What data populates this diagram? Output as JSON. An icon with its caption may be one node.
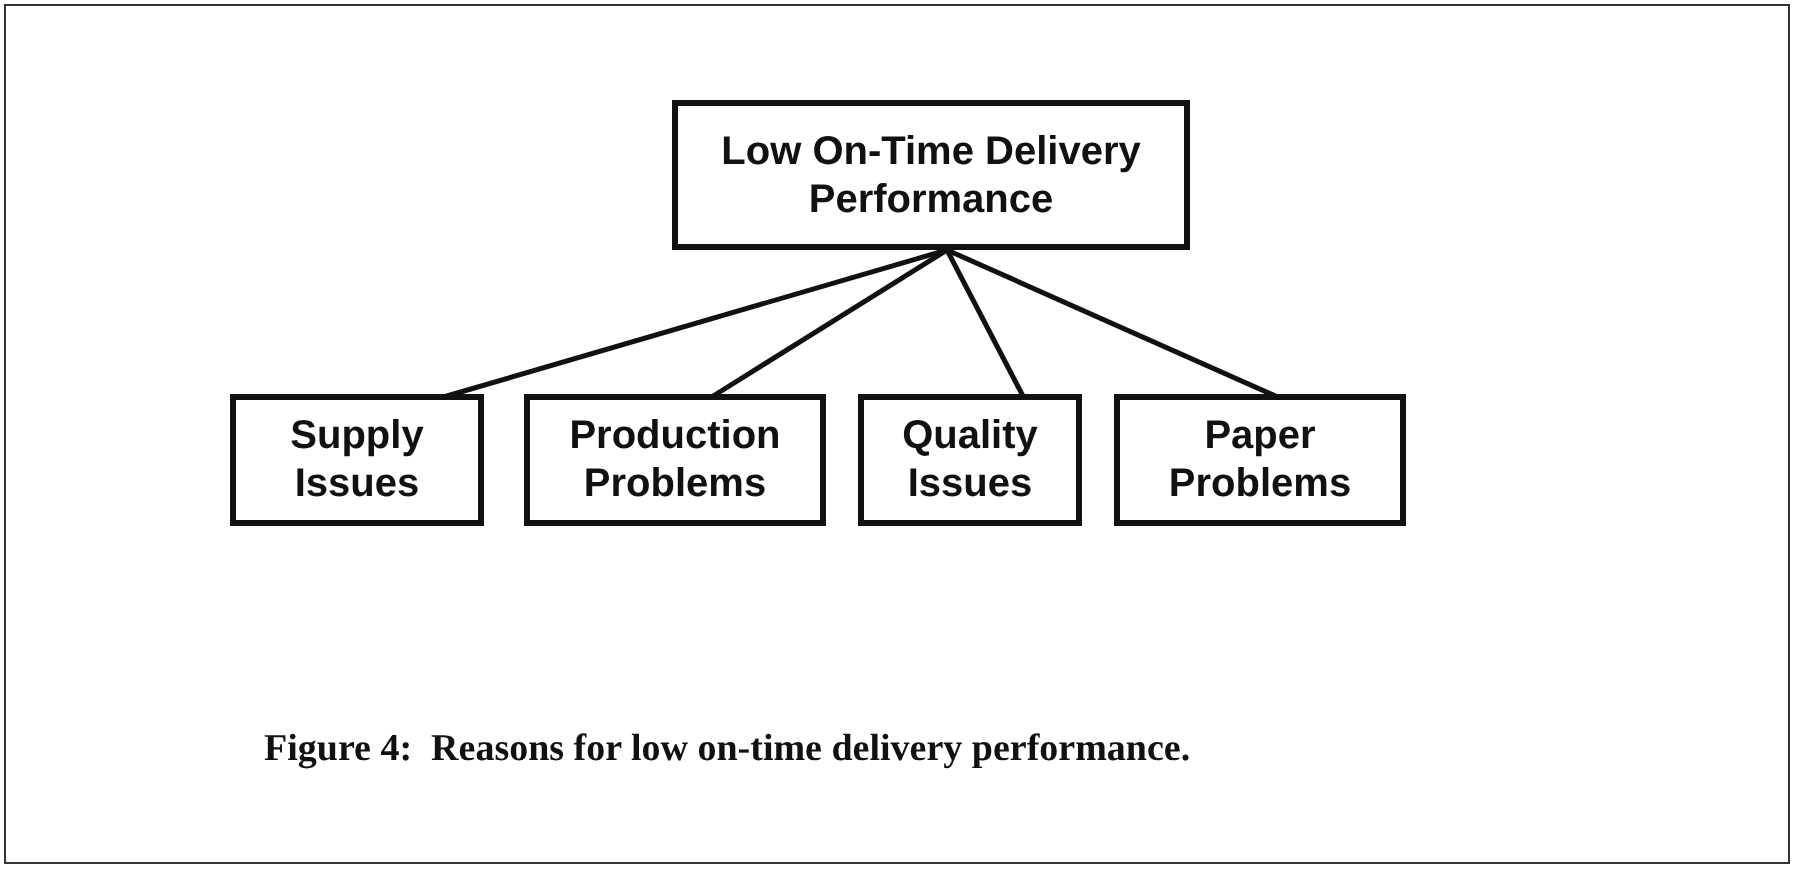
{
  "diagram": {
    "caption": "Figure 4:  Reasons for low on-time delivery performance.",
    "nodes": [
      {
        "text": [
          "Low On-Time Delivery Performance"
        ]
      },
      {
        "text": [
          "Supply Issues"
        ]
      },
      {
        "text": [
          "Production Problems"
        ]
      },
      {
        "text": [
          "Quality Issues"
        ]
      },
      {
        "text": [
          "Paper Problems"
        ]
      }
    ],
    "edges": [
      {
        "from": 0,
        "to": 1,
        "arrow": "none"
      },
      {
        "from": 0,
        "to": 2,
        "arrow": "none"
      },
      {
        "from": 0,
        "to": 3,
        "arrow": "none"
      },
      {
        "from": 0,
        "to": 4,
        "arrow": "none"
      }
    ]
  }
}
